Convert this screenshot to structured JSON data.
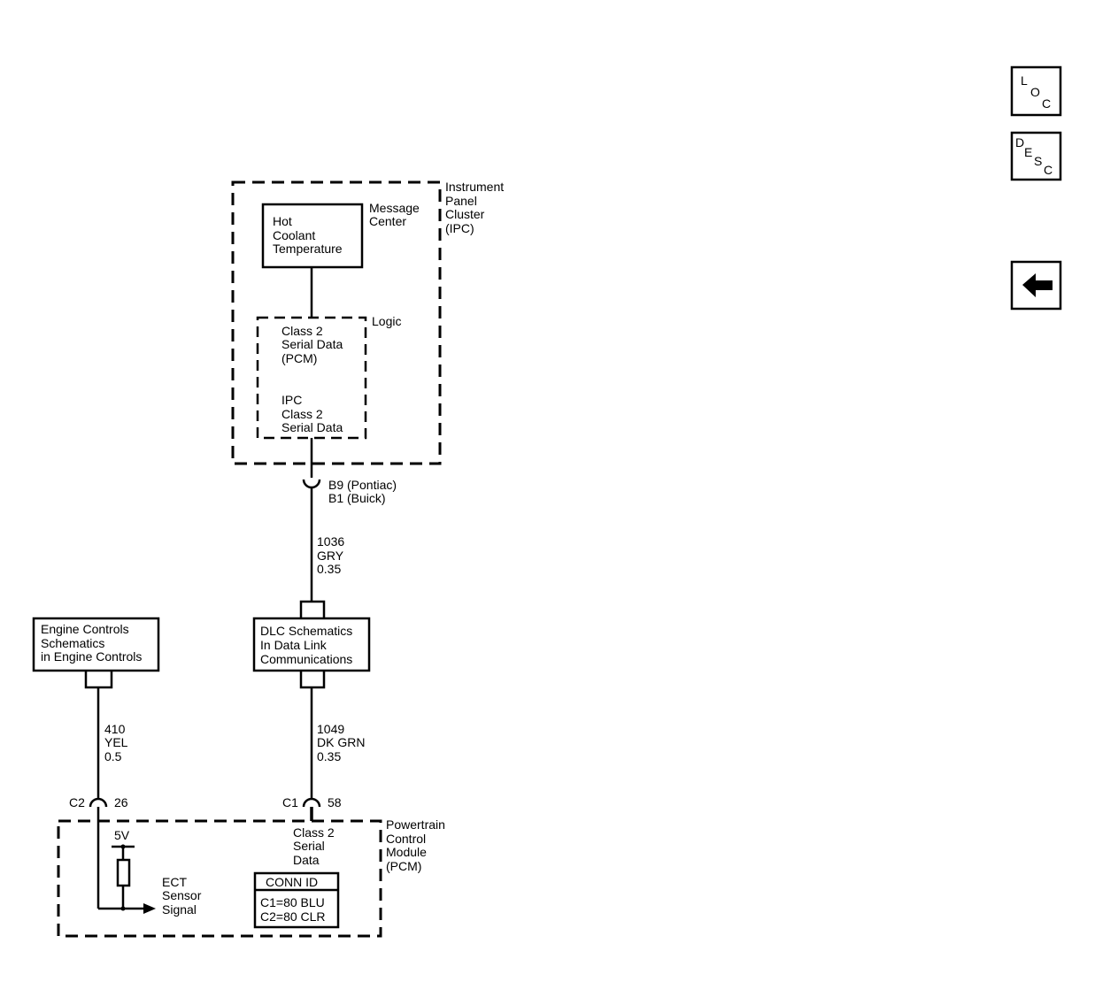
{
  "nav": {
    "loc": {
      "l1": "L",
      "l2": "O",
      "l3": "C"
    },
    "desc": {
      "l1": "D",
      "l2": "E",
      "l3": "S",
      "l4": "C"
    },
    "back_icon": "left-arrow-icon"
  },
  "ipc": {
    "label": [
      "Instrument",
      "Panel",
      "Cluster",
      "(IPC)"
    ],
    "message_center": {
      "label": [
        "Message",
        "Center"
      ],
      "box": [
        "Hot",
        "Coolant",
        "Temperature"
      ]
    },
    "logic": {
      "label": "Logic",
      "line1": [
        "Class 2",
        "Serial Data",
        "(PCM)"
      ],
      "line2": [
        "IPC",
        "Class 2",
        "Serial Data"
      ]
    },
    "connector": [
      "B9 (Pontiac)",
      "B1 (Buick)"
    ]
  },
  "wires": {
    "w1036": [
      "1036",
      "GRY",
      "0.35"
    ],
    "w1049": [
      "1049",
      "DK GRN",
      "0.35"
    ],
    "w410": [
      "410",
      "YEL",
      "0.5"
    ]
  },
  "dlc_box": [
    "DLC Schematics",
    "In Data Link",
    "Communications"
  ],
  "engine_box": [
    "Engine Controls",
    "Schematics",
    "in Engine Controls"
  ],
  "pcm": {
    "label": [
      "Powertrain",
      "Control",
      "Module",
      "(PCM)"
    ],
    "c1": {
      "name": "C1",
      "pin": "58"
    },
    "c2": {
      "name": "C2",
      "pin": "26"
    },
    "class2": [
      "Class 2",
      "Serial",
      "Data"
    ],
    "voltage": "5V",
    "ect": [
      "ECT",
      "Sensor",
      "Signal"
    ],
    "conn_id": {
      "title": "CONN ID",
      "rows": [
        "C1=80 BLU",
        "C2=80 CLR"
      ]
    }
  }
}
